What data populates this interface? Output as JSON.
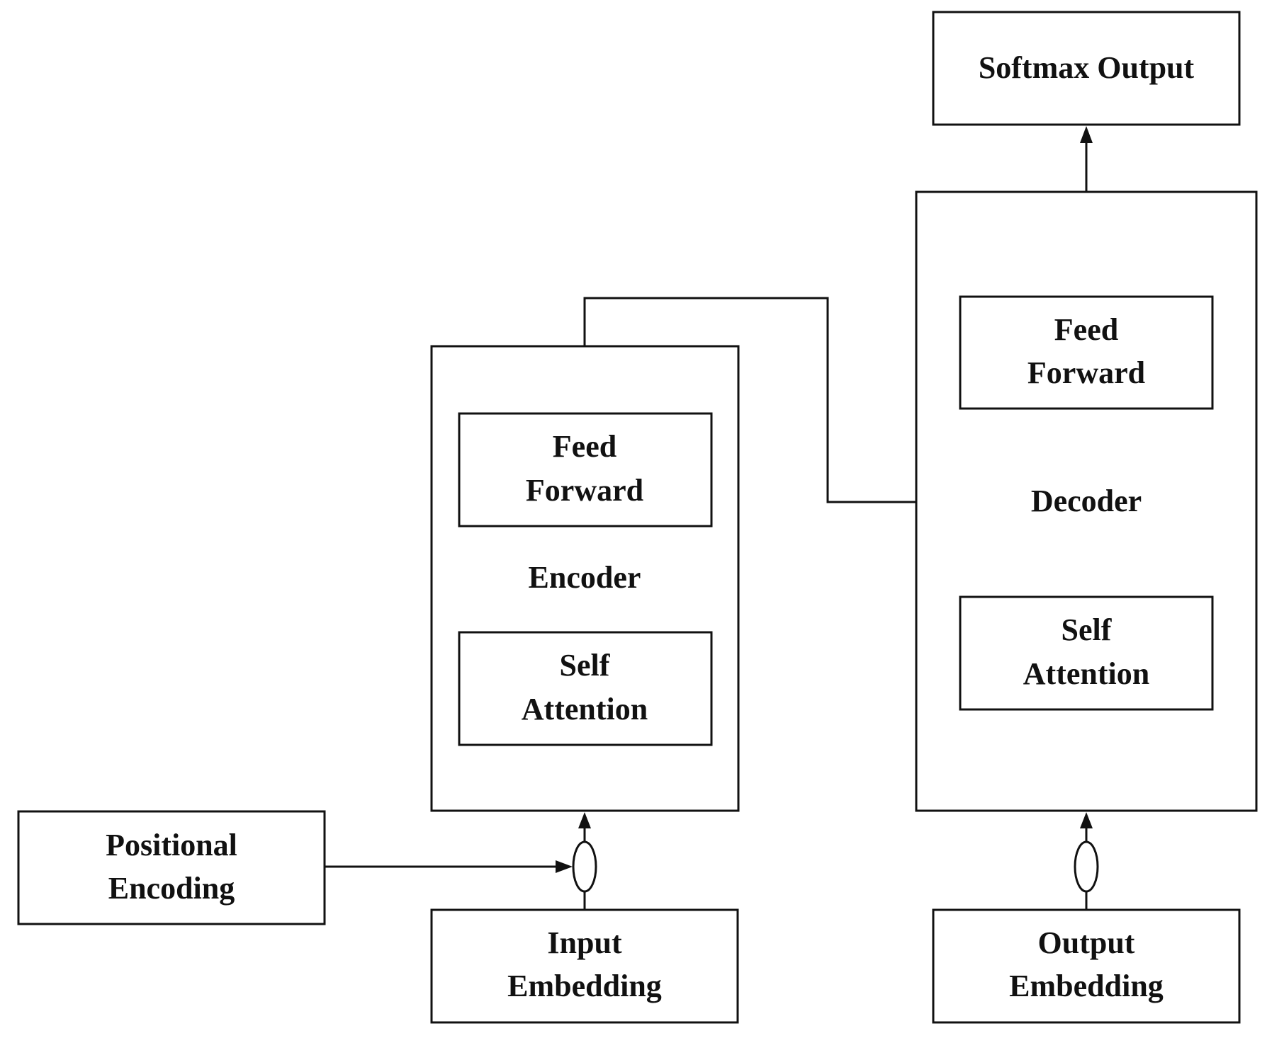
{
  "blocks": {
    "softmax": "Softmax Output",
    "encoder": "Encoder",
    "decoder": "Decoder",
    "enc_ff_1": "Feed",
    "enc_ff_2": "Forward",
    "enc_sa_1": "Self",
    "enc_sa_2": "Attention",
    "dec_ff_1": "Feed",
    "dec_ff_2": "Forward",
    "dec_sa_1": "Self",
    "dec_sa_2": "Attention",
    "pos_1": "Positional",
    "pos_2": "Encoding",
    "in_1": "Input",
    "in_2": "Embedding",
    "out_1": "Output",
    "out_2": "Embedding"
  },
  "colors": {
    "line": "#111111",
    "background": "#ffffff"
  }
}
